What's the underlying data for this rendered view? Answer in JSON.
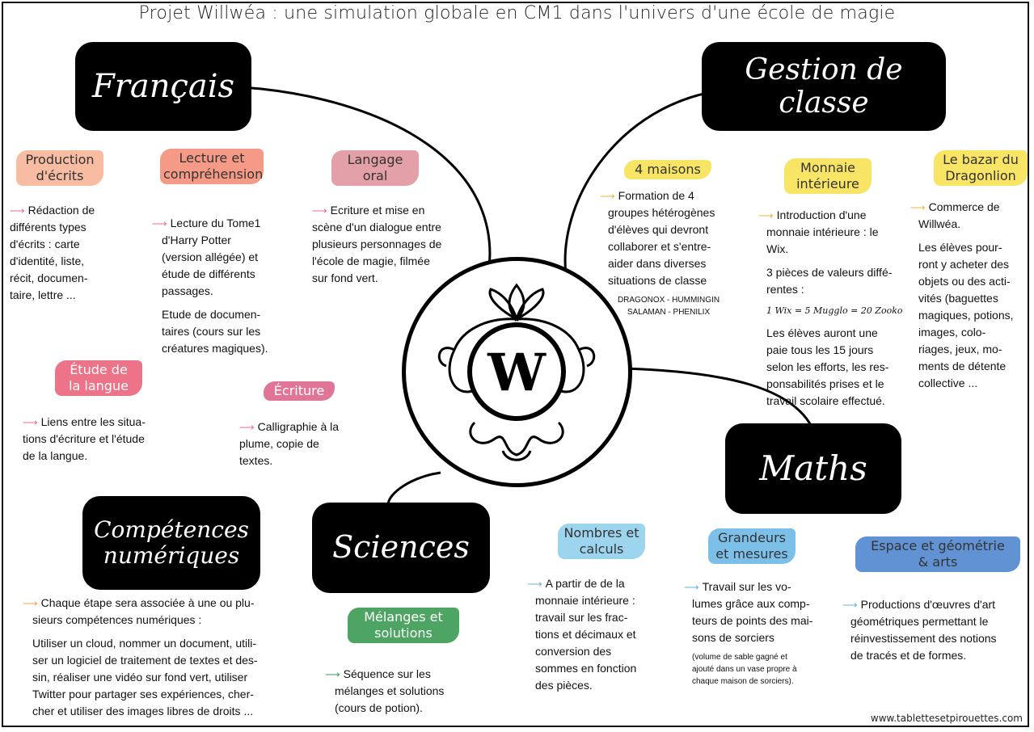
{
  "title": "Projet Willwéa : une simulation globale en CM1 dans l'univers d'une école de magie",
  "center": {
    "letter": "W"
  },
  "nodes": {
    "francais": "Français",
    "gestion": "Gestion de classe",
    "maths": "Maths",
    "competences_1": "Compétences",
    "competences_2": "numériques",
    "sciences": "Sciences"
  },
  "francais": {
    "production": {
      "tag_1": "Production",
      "tag_2": "d'écrits",
      "lines": [
        "Rédaction de",
        "différents types",
        "d'écrits : carte",
        "d'identité, liste,",
        "récit, documen-",
        "taire, lettre ..."
      ]
    },
    "lecture": {
      "tag_1": "Lecture et",
      "tag_2": "compréhension",
      "p1": [
        "Lecture du Tome1",
        "d'Harry Potter",
        "(version allégée) et",
        "étude de différents",
        "passages."
      ],
      "p2": [
        "Etude de documen-",
        "taires (cours sur les",
        "créatures magiques)."
      ]
    },
    "langage": {
      "tag_1": "Langage",
      "tag_2": "oral",
      "lines": [
        "Ecriture et mise en",
        "scène d'un dialogue entre",
        "plusieurs personnages de",
        "l'école de magie, filmée",
        "sur fond vert."
      ]
    },
    "etude": {
      "tag_1": "Étude de",
      "tag_2": "la langue",
      "lines": [
        "Liens entre les situa-",
        "tions d'écriture et l'étude",
        "de la langue."
      ]
    },
    "ecriture": {
      "tag": "Écriture",
      "lines": [
        "Calligraphie à la",
        "plume, copie de",
        "textes."
      ]
    }
  },
  "gestion": {
    "maisons": {
      "tag": "4 maisons",
      "lines": [
        "Formation de 4",
        "groupes hétérogènes",
        "d'élèves qui  devront",
        "collaborer et s'entre-",
        "aider dans diverses",
        "situations de classe"
      ],
      "houses_1": "DRAGONOX - HUMMINGIN",
      "houses_2": "SALAMAN - PHENILIX"
    },
    "monnaie": {
      "tag_1": "Monnaie",
      "tag_2": "intérieure",
      "p1": [
        "Introduction d'une",
        "monnaie intérieure : le",
        "Wix."
      ],
      "p2": [
        "3 pièces de valeurs diffé-",
        "rentes :"
      ],
      "values": "1 Wix = 5 Mugglo = 20 Zooko",
      "p3": [
        "Les élèves auront une",
        "paie tous les 15 jours",
        "selon les efforts, les res-",
        "ponsabilités prises et le",
        "travail scolaire effectué."
      ]
    },
    "bazar": {
      "tag_1": "Le bazar du",
      "tag_2": "Dragonlion",
      "p1": [
        "Commerce de",
        "Willwéa."
      ],
      "p2": [
        "Les élèves pour-",
        "ront y acheter des",
        "objets ou des acti-",
        "vités (baguettes",
        "magiques, potions,",
        "images, colo-",
        "riages, jeux, mo-",
        "ments de détente",
        "collective ..."
      ]
    }
  },
  "competences": {
    "p1": [
      "Chaque étape sera associée à une ou plu-",
      "sieurs compétences numériques :"
    ],
    "p2": [
      "Utiliser un cloud, nommer un document, utili-",
      "ser un logiciel de traitement de textes et des-",
      "sin, réaliser une vidéo sur fond vert, utiliser",
      "Twitter pour partager ses expériences, cher-",
      "cher et utiliser des images libres de droits ..."
    ]
  },
  "sciences": {
    "tag_1": "Mélanges et",
    "tag_2": "solutions",
    "lines": [
      "Séquence sur les",
      "mélanges et solutions",
      "(cours de potion)."
    ]
  },
  "maths": {
    "nombres": {
      "tag_1": "Nombres et",
      "tag_2": "calculs",
      "lines": [
        "A partir de de la",
        "monnaie intérieure :",
        "travail sur les frac-",
        "tions et décimaux et",
        "conversion des",
        "sommes en fonction",
        "des pièces."
      ]
    },
    "grandeurs": {
      "tag_1": "Grandeurs",
      "tag_2": "et mesures",
      "lines": [
        "Travail sur les vo-",
        "lumes grâce aux comp-",
        "teurs de points des mai-",
        "sons de sorciers"
      ],
      "note": [
        "(volume de sable gagné et",
        "ajouté dans un vase propre à",
        "chaque maison de sorciers)."
      ]
    },
    "espace": {
      "tag_1": "Espace et géométrie",
      "tag_2": "& arts",
      "lines": [
        "Productions d'œuvres d'art",
        "géométriques permettant le",
        "réinvestissement des notions",
        "de tracés et de formes."
      ]
    }
  },
  "footer": "www.tablettesetpirouettes.com",
  "colors": {
    "production": "#f4a582",
    "lecture": "#f08a6c",
    "langage": "#e08f9a",
    "etude": "#e8506a",
    "ecriture": "#d9527e",
    "yellow": "#f7e04a",
    "green": "#2e9448",
    "lightblue": "#7cc6e8",
    "blue": "#3a78c9",
    "pink_arrow": "#e86a9a",
    "orange_arrow": "#f0a060",
    "yellow_arrow": "#e8b640",
    "blue_arrow": "#6aaede",
    "green_arrow": "#3a9a5a"
  }
}
